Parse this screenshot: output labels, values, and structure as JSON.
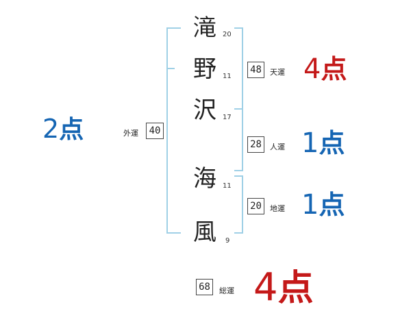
{
  "characters": {
    "c1": {
      "char": "滝",
      "strokes": "20"
    },
    "c2": {
      "char": "野",
      "strokes": "11"
    },
    "c3": {
      "char": "沢",
      "strokes": "17"
    },
    "c4": {
      "char": "海",
      "strokes": "11"
    },
    "c5": {
      "char": "風",
      "strokes": "9"
    }
  },
  "kakusu": {
    "gaikaku": {
      "label": "外運",
      "value": "40",
      "score": "2",
      "unit": "点",
      "color": "#1565b3"
    },
    "tenkaku": {
      "label": "天運",
      "value": "48",
      "score": "4",
      "unit": "点",
      "color": "#c41919"
    },
    "jinkaku": {
      "label": "人運",
      "value": "28",
      "score": "1",
      "unit": "点",
      "color": "#1565b3"
    },
    "chikaku": {
      "label": "地運",
      "value": "20",
      "score": "1",
      "unit": "点",
      "color": "#1565b3"
    },
    "soukaku": {
      "label": "総運",
      "value": "68",
      "score": "4",
      "unit": "点",
      "color": "#c41919"
    }
  }
}
